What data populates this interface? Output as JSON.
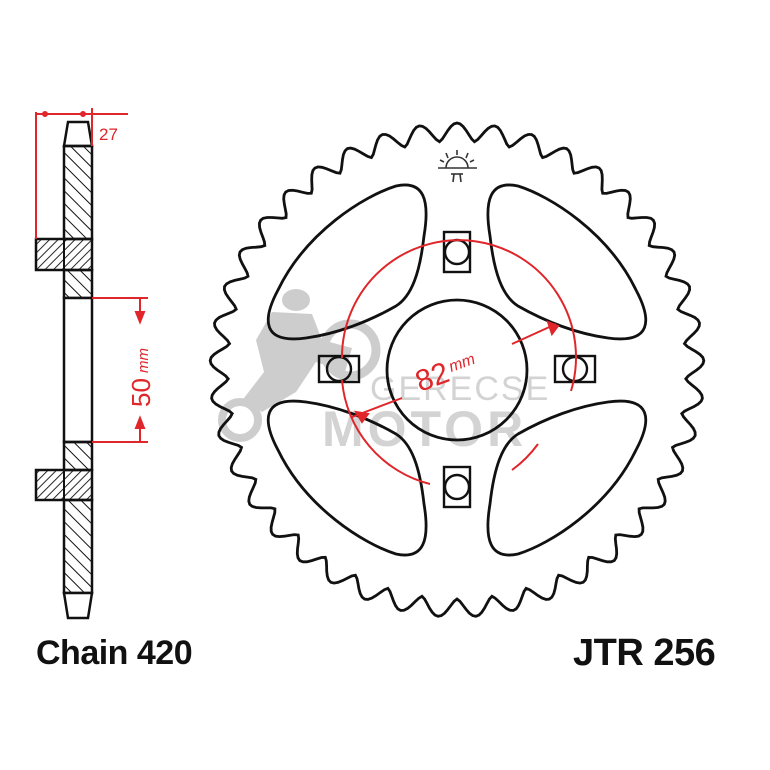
{
  "diagram": {
    "type": "technical-drawing",
    "subject": "rear chain sprocket",
    "side_view": {
      "thickness_label": "27",
      "hub_height_label": "50",
      "hub_height_unit": "mm"
    },
    "front_view": {
      "pcd_label": "82",
      "pcd_unit": "mm",
      "bolt_holes": 4,
      "lightening_cutouts": 4,
      "tooth_count_estimate": 41
    },
    "logo": "jt-sun-logo",
    "watermark": {
      "line1": "GERECSE",
      "line2": "MOTOR"
    }
  },
  "labels": {
    "chain": "Chain 420",
    "part_number": "JTR 256"
  },
  "colors": {
    "line": "#111111",
    "dimension": "#e0262a",
    "watermark": "#cfcfcf",
    "background": "#ffffff"
  }
}
